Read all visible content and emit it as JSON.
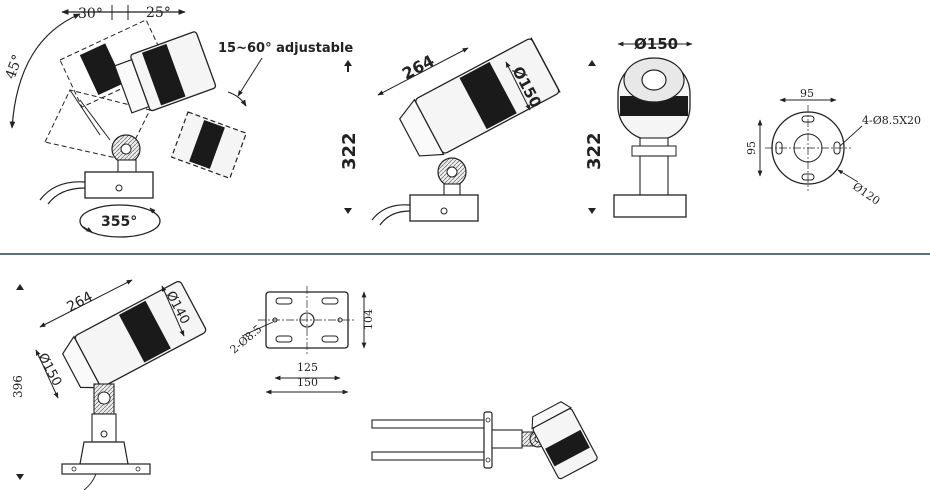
{
  "top_left": {
    "angle_45": "45°",
    "angle_30": "30°",
    "angle_25": "25°",
    "adjustable": "15~60° adjustable",
    "rotation": "355°"
  },
  "top_side": {
    "length": "264",
    "diameter": "Ø150",
    "height": "322"
  },
  "top_front": {
    "diameter": "Ø150",
    "height": "322"
  },
  "top_base": {
    "width": "95",
    "height": "95",
    "holes": "4-Ø8.5X20",
    "diameter": "Ø120"
  },
  "bottom_side": {
    "length": "264",
    "diameter_front": "Ø140",
    "diameter_back": "Ø150",
    "height": "396"
  },
  "bottom_plate": {
    "holes": "2-Ø8.5",
    "height": "104",
    "inner_width": "125",
    "outer_width": "150"
  },
  "colors": {
    "line": "#222222",
    "divider": "#5a7184",
    "body": "#f2f2f2",
    "band": "#1a1a1a"
  }
}
